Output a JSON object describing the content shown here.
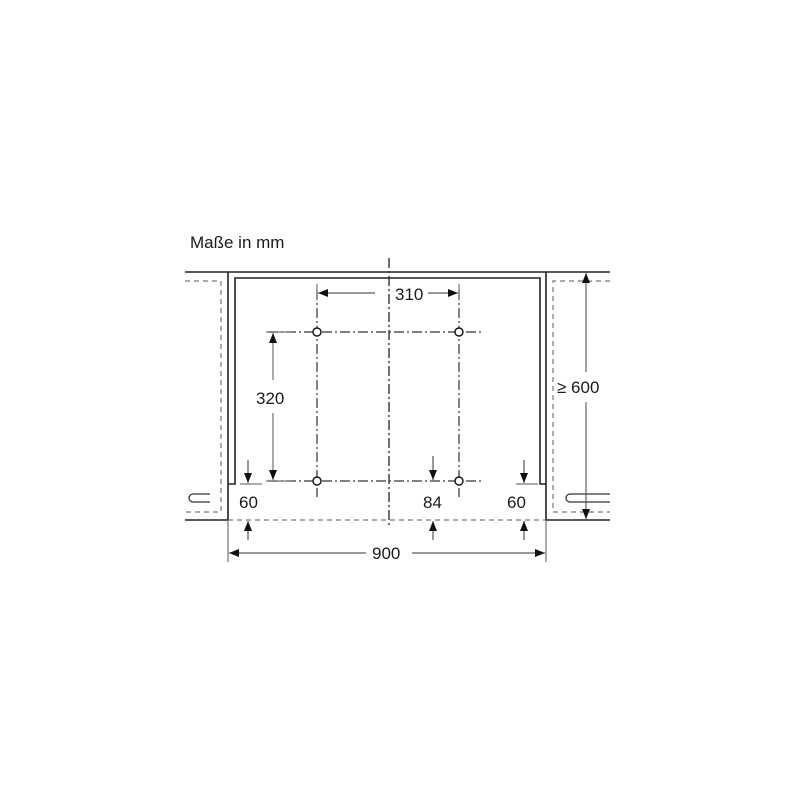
{
  "title": "Maße in mm",
  "dimensions": {
    "hole_spacing_horizontal": "310",
    "hole_spacing_vertical": "320",
    "left_offset": "60",
    "hole_offset": "84",
    "right_offset": "60",
    "total_width": "900",
    "min_depth": "≥ 600"
  },
  "colors": {
    "line": "#1a1a1a",
    "dimension_line": "#444444",
    "dashed": "#777777"
  }
}
